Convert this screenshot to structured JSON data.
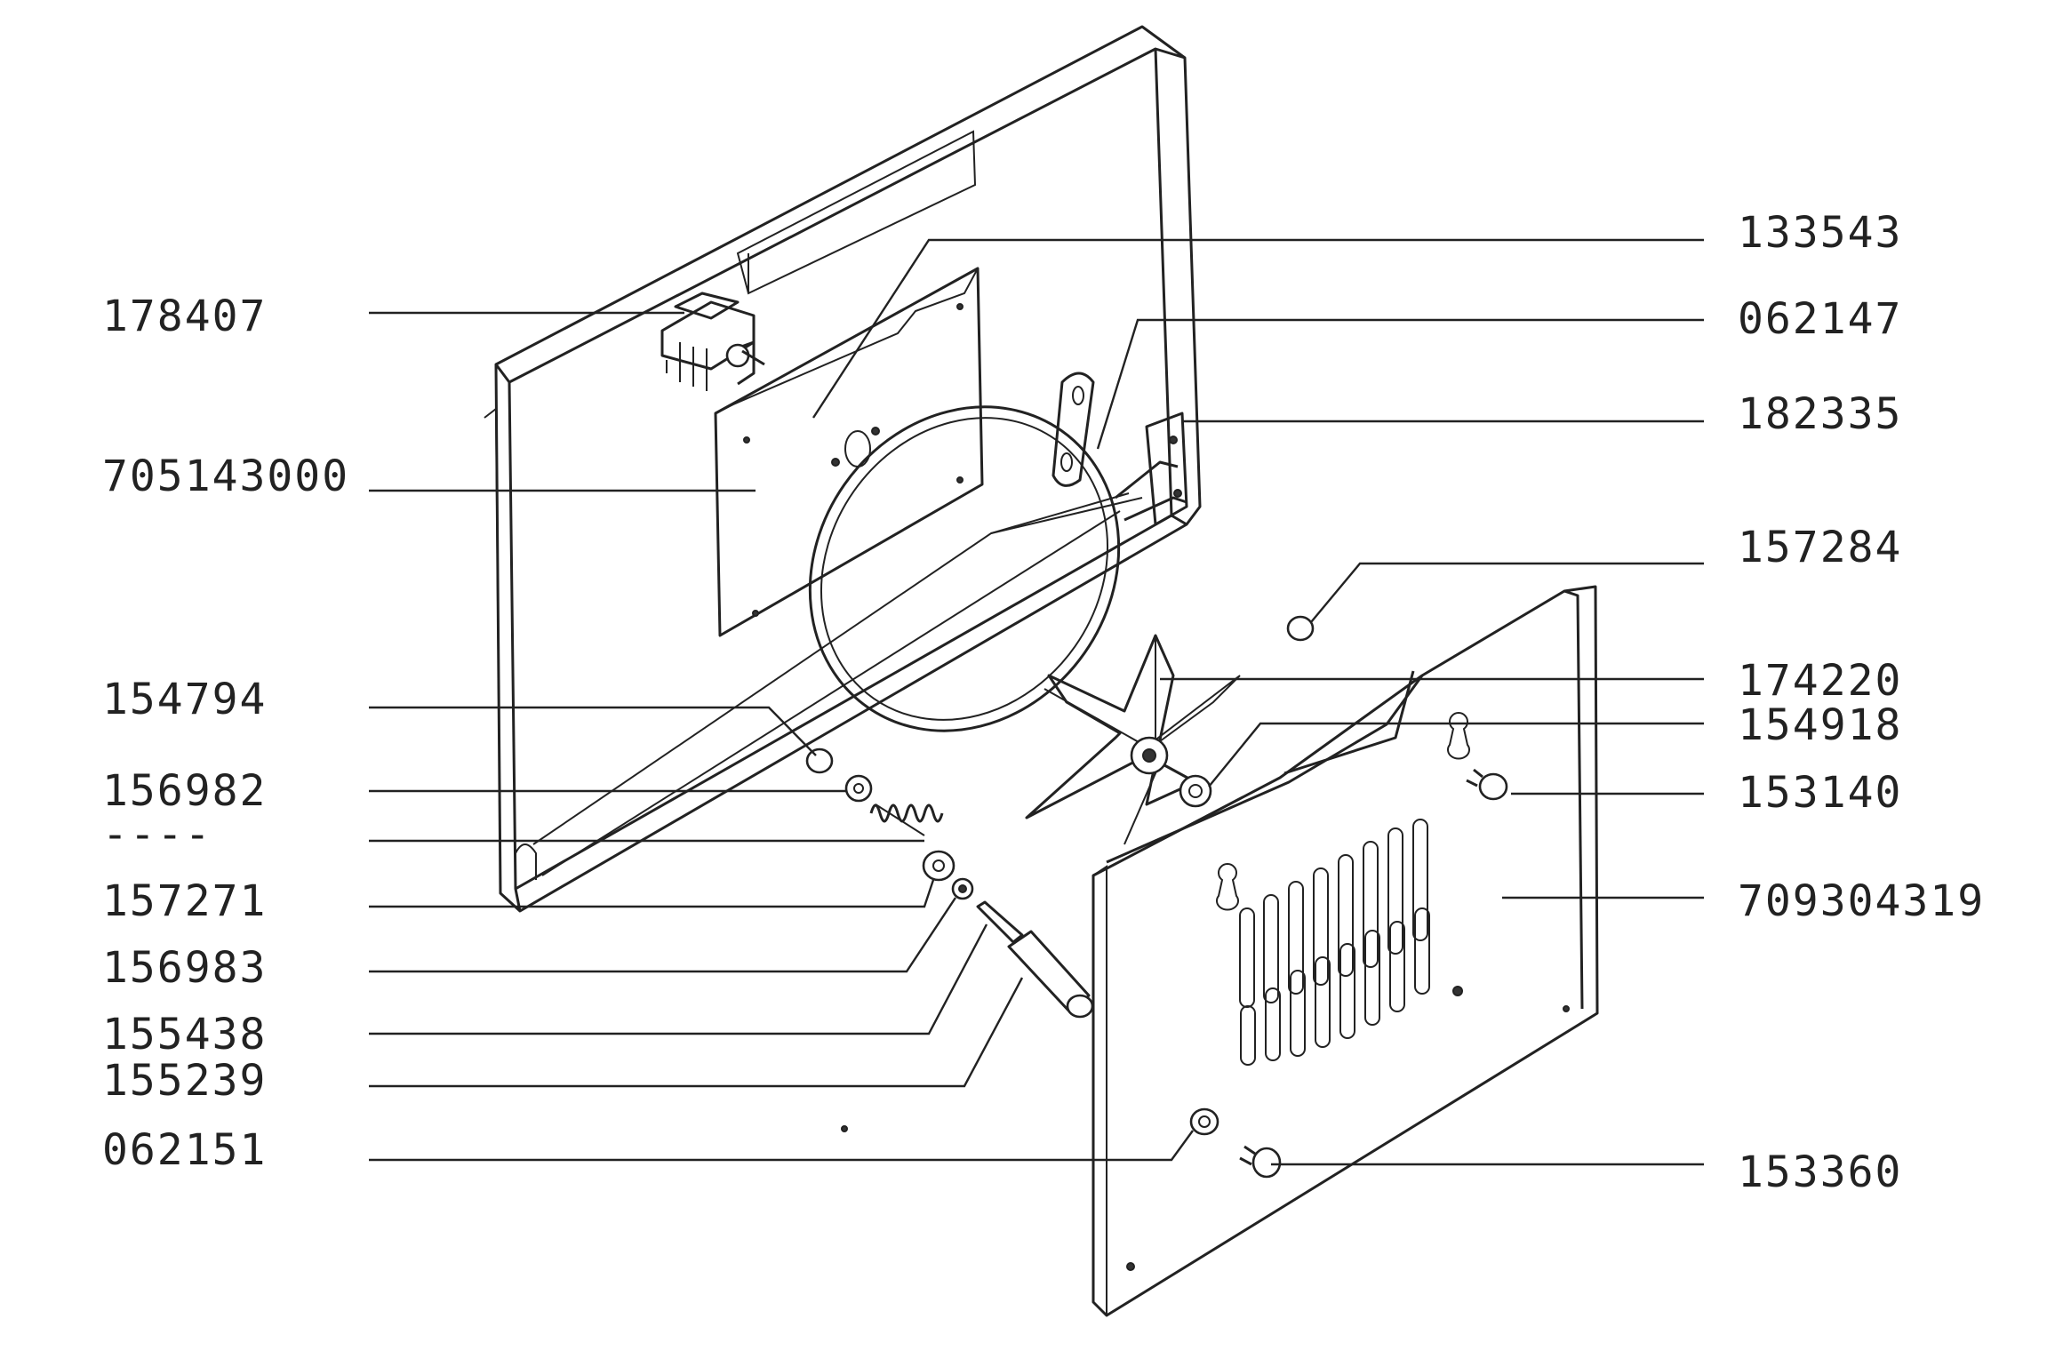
{
  "labels": {
    "p133543": "133543",
    "p178407": "178407",
    "p062147": "062147",
    "p182335": "182335",
    "p705143000": "705143000",
    "p157284": "157284",
    "p154794": "154794",
    "p174220": "174220",
    "p154918": "154918",
    "p156982": "156982",
    "p153140": "153140",
    "pdash": "----",
    "p157271": "157271",
    "p709304319": "709304319",
    "p156983": "156983",
    "p155438": "155438",
    "p155239": "155239",
    "p062151": "062151",
    "p153360": "153360"
  },
  "colors": {
    "line": "#222222",
    "background": "#ffffff"
  }
}
